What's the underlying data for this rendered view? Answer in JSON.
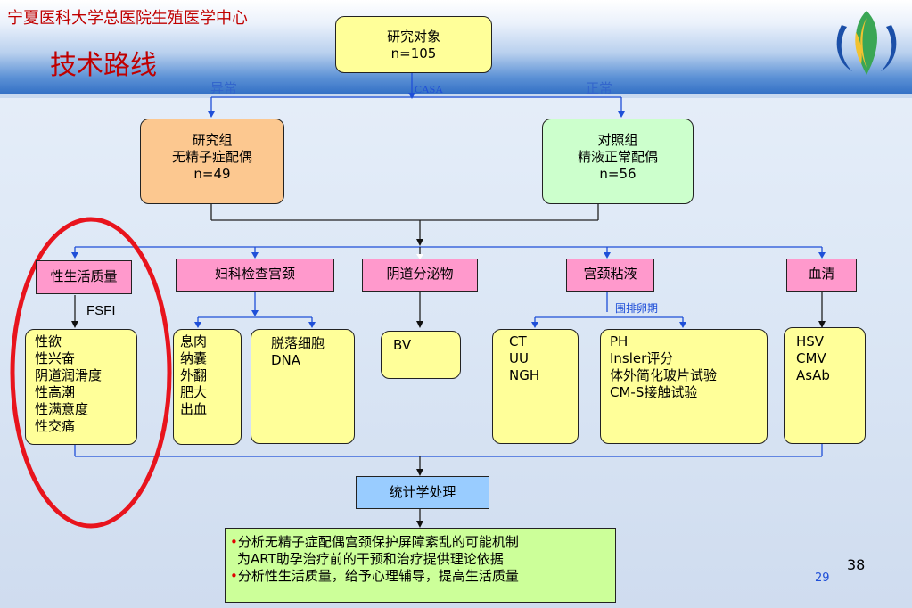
{
  "header": {
    "institution": "宁夏医科大学总医院生殖医学中心",
    "title": "技术路线"
  },
  "top_box": {
    "line1": "研究对象",
    "line2": "n=105"
  },
  "branch_labels": {
    "left": "异常",
    "middle": "CASA",
    "right": "正常"
  },
  "study_group": {
    "line1": "研究组",
    "line2": "无精子症配偶",
    "line3": "n=49"
  },
  "control_group": {
    "line1": "对照组",
    "line2": "精液正常配偶",
    "line3": "n=56"
  },
  "categories": {
    "sexual": "性生活质量",
    "gyn": "妇科检查宫颈",
    "vaginal": "阴道分泌物",
    "mucus": "宫颈粘液",
    "serum": "血清"
  },
  "fsfi_label": "FSFI",
  "ovulation_label": "围排卵期",
  "sexual_items": [
    "性欲",
    "性兴奋",
    "阴道润滑度",
    "性高潮",
    "性满意度",
    "性交痛"
  ],
  "gyn_items": [
    "息肉",
    "纳囊",
    "外翻",
    "肥大",
    "出血"
  ],
  "cyto_items": [
    "脱落细胞",
    "DNA"
  ],
  "bv_items": [
    "BV"
  ],
  "pathogen_items": [
    "CT",
    "UU",
    "NGH"
  ],
  "mucus_items": [
    "PH",
    "Insler评分",
    "体外简化玻片试验",
    "CM-S接触试验"
  ],
  "serum_items": [
    "HSV",
    "CMV",
    "AsAb"
  ],
  "stats_box": "统计学处理",
  "conclusion": {
    "bullet": "•",
    "line1": "分析无精子症配偶宫颈保护屏障紊乱的可能机制",
    "line2": "为ART助孕治疗前的干预和治疗提供理论依据",
    "line3": "分析性生活质量，给予心理辅导，提高生活质量"
  },
  "page_numbers": {
    "slide": "29",
    "total": "38"
  },
  "colors": {
    "header_red": "#c00000",
    "yellow_box": "#ffff99",
    "orange_box": "#fcc890",
    "green_box": "#ccffcc",
    "pink_box": "#ff99cc",
    "blue_box": "#99ccff",
    "conclusion_box": "#ccff99",
    "connector_blue": "#1f4fd8",
    "highlight_ellipse": "#e8141d"
  },
  "icons": {
    "logo": "wheat-leaf-logo"
  }
}
